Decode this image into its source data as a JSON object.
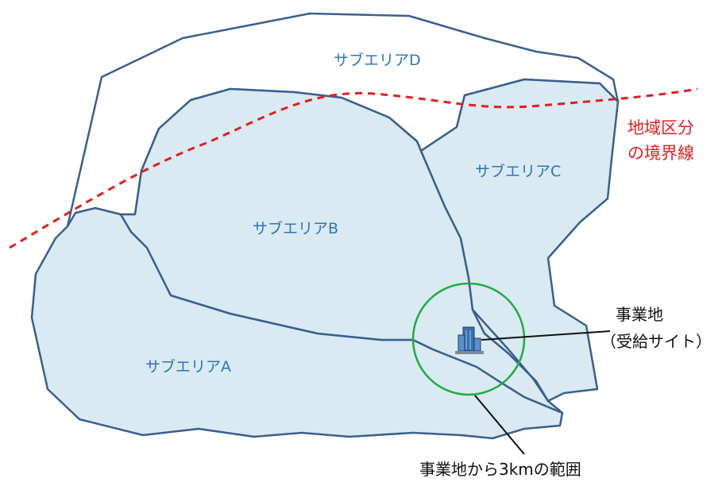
{
  "colors": {
    "region_fill": "#d9eaf2",
    "region_stroke": "#3a5f8f",
    "area_label": "#2e74b5",
    "boundary_line": "#e31e1e",
    "radius_circle": "#22aa44",
    "leader_line": "#111111"
  },
  "subareas": {
    "a": "サブエリアA",
    "b": "サブエリアB",
    "c": "サブエリアC",
    "d": "サブエリアD"
  },
  "boundary_label": {
    "line1": "地域区分",
    "line2": "の境界線"
  },
  "site": {
    "icon": "building-icon",
    "label_line1": "事業地",
    "label_line2": "（受給サイト）"
  },
  "radius_caption": "事業地から3kmの範囲"
}
